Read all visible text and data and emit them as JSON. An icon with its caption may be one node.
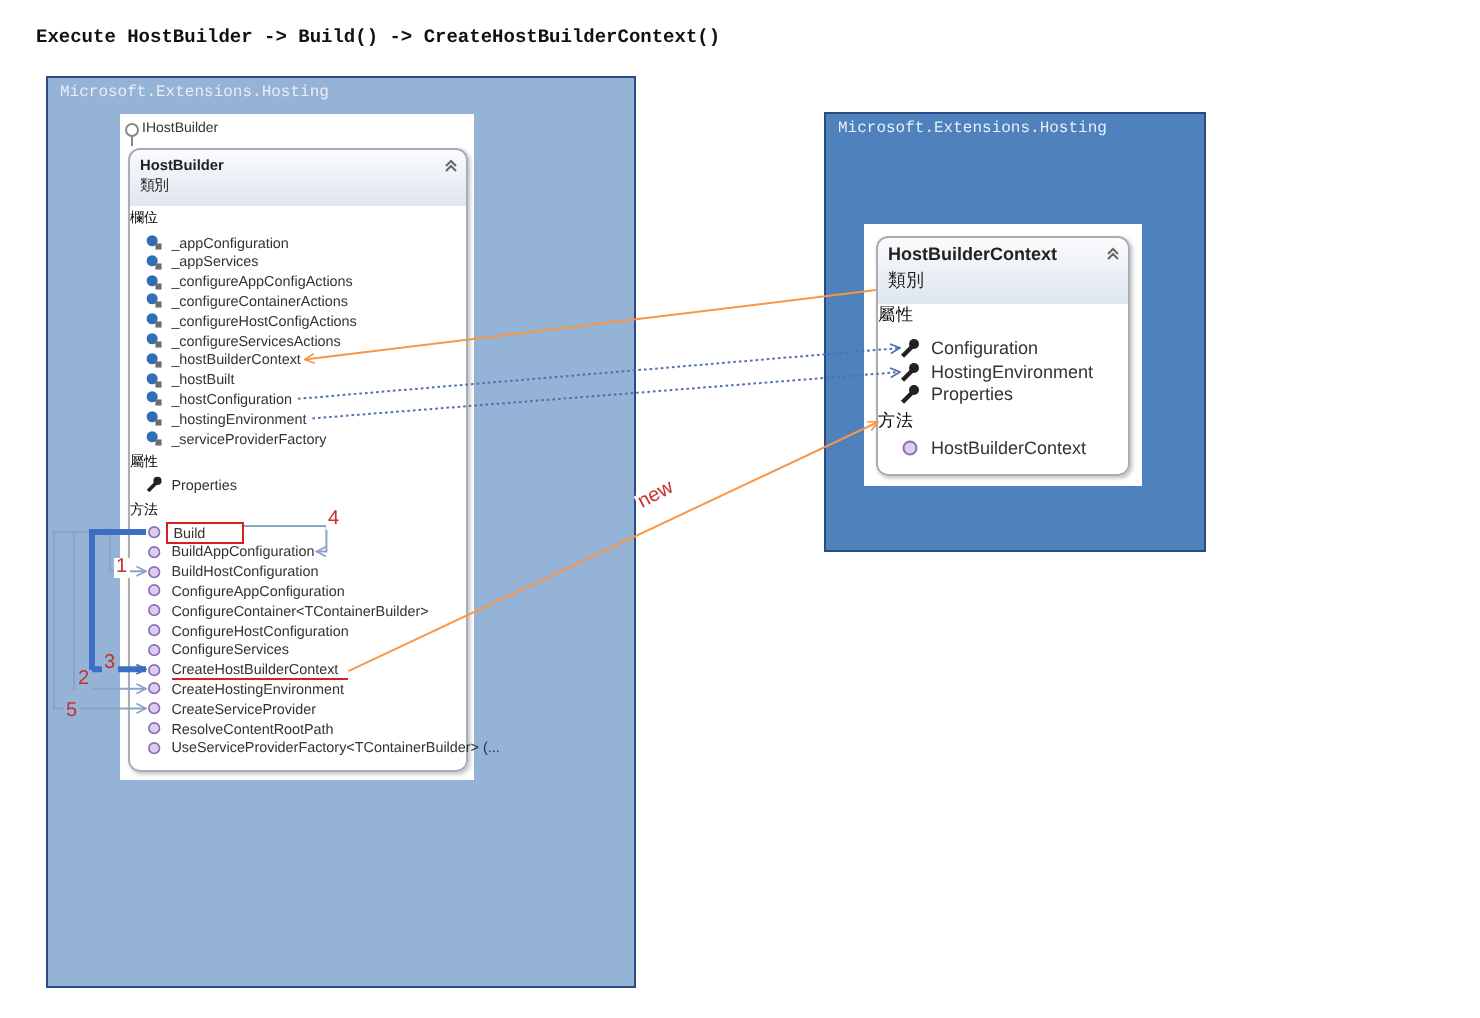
{
  "diagram": {
    "title": "Execute HostBuilder -> Build() -> CreateHostBuilderContext()",
    "nodes": [
      {
        "text": [
          "Microsoft.Extensions.Hosting"
        ]
      },
      {
        "text": [
          "HostBuilder",
          "類別"
        ],
        "in": 0,
        "beside": [
          "IHostBuilder"
        ]
      },
      {
        "text": [
          "欄位"
        ],
        "in": 1
      },
      {
        "text": [
          "_appConfiguration"
        ],
        "in": 1
      },
      {
        "text": [
          "_appServices"
        ],
        "in": 1
      },
      {
        "text": [
          "_configureAppConfigActions"
        ],
        "in": 1
      },
      {
        "text": [
          "_configureContainerActions"
        ],
        "in": 1
      },
      {
        "text": [
          "_configureHostConfigActions"
        ],
        "in": 1
      },
      {
        "text": [
          "_configureServicesActions"
        ],
        "in": 1
      },
      {
        "text": [
          "_hostBuilderContext"
        ],
        "in": 1
      },
      {
        "text": [
          "_hostBuilt"
        ],
        "in": 1
      },
      {
        "text": [
          "_hostConfiguration"
        ],
        "in": 1
      },
      {
        "text": [
          "_hostingEnvironment"
        ],
        "in": 1
      },
      {
        "text": [
          "_serviceProviderFactory"
        ],
        "in": 1
      },
      {
        "text": [
          "屬性"
        ],
        "in": 1
      },
      {
        "text": [
          "Properties"
        ],
        "in": 1
      },
      {
        "text": [
          "方法"
        ],
        "in": 1
      },
      {
        "text": [
          "Build"
        ],
        "in": 1
      },
      {
        "text": [
          "BuildAppConfiguration"
        ],
        "in": 1
      },
      {
        "text": [
          "BuildHostConfiguration"
        ],
        "in": 1
      },
      {
        "text": [
          "ConfigureAppConfiguration"
        ],
        "in": 1
      },
      {
        "text": [
          "ConfigureContainer<TContainerBuilder>"
        ],
        "in": 1
      },
      {
        "text": [
          "ConfigureHostConfiguration"
        ],
        "in": 1
      },
      {
        "text": [
          "ConfigureServices"
        ],
        "in": 1
      },
      {
        "text": [
          "CreateHostBuilderContext"
        ],
        "in": 1
      },
      {
        "text": [
          "CreateHostingEnvironment"
        ],
        "in": 1
      },
      {
        "text": [
          "CreateServiceProvider"
        ],
        "in": 1
      },
      {
        "text": [
          "ResolveContentRootPath"
        ],
        "in": 1
      },
      {
        "text": [
          "UseServiceProviderFactory<TContainerBuilder> (..."
        ],
        "in": 1
      },
      {
        "text": [
          "Microsoft.Extensions.Hosting"
        ]
      },
      {
        "text": [
          "HostBuilderContext",
          "類別"
        ],
        "in": 29
      },
      {
        "text": [
          "屬性"
        ],
        "in": 30
      },
      {
        "text": [
          "Configuration"
        ],
        "in": 30
      },
      {
        "text": [
          "HostingEnvironment"
        ],
        "in": 30
      },
      {
        "text": [
          "Properties"
        ],
        "in": 30
      },
      {
        "text": [
          "方法"
        ],
        "in": 30
      },
      {
        "text": [
          "HostBuilderContext"
        ],
        "in": 30
      }
    ],
    "edges": [
      {
        "from": 30,
        "to": 9,
        "arrow": "to",
        "color": "#f79646"
      },
      {
        "from": 11,
        "to": 32,
        "arrow": "to",
        "style": "dashed",
        "color": "#4f6fb0"
      },
      {
        "from": 12,
        "to": 33,
        "arrow": "to",
        "style": "dashed",
        "color": "#4f6fb0"
      },
      {
        "from": 24,
        "to": 35,
        "arrow": "to",
        "label": "new",
        "color": "#f79646"
      },
      {
        "from": 17,
        "to": 19,
        "arrow": "to",
        "label": "1"
      },
      {
        "from": 17,
        "to": 24,
        "arrow": "to",
        "label": "3",
        "style": "thick",
        "color": "#3a6fc4"
      },
      {
        "from": 17,
        "to": 25,
        "arrow": "to",
        "label": "2"
      },
      {
        "from": 17,
        "to": 26,
        "arrow": "to",
        "label": "5"
      },
      {
        "from": 17,
        "to": 18,
        "arrow": "to",
        "label": "4"
      }
    ]
  }
}
